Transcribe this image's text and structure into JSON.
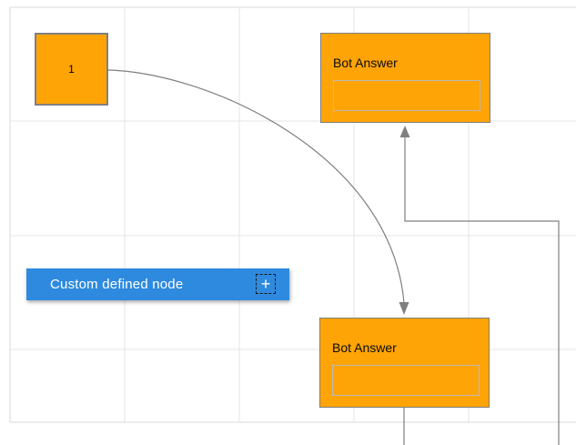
{
  "diagram": {
    "node1": {
      "label": "1"
    },
    "bot_answer_top": {
      "title": "Bot Answer"
    },
    "bot_answer_bottom": {
      "title": "Bot Answer"
    },
    "palette_node": {
      "label": "Custom defined node",
      "add_button": "+"
    },
    "colors": {
      "node_fill": "#ffa407",
      "node_stroke": "#7e7e7e",
      "palette_fill": "#2e8ade",
      "palette_text": "#ffffff",
      "connector": "#7f7f7f",
      "grid_line": "#e4e4e4",
      "canvas_border": "#d9d9d9",
      "node_text": "#000000"
    }
  }
}
